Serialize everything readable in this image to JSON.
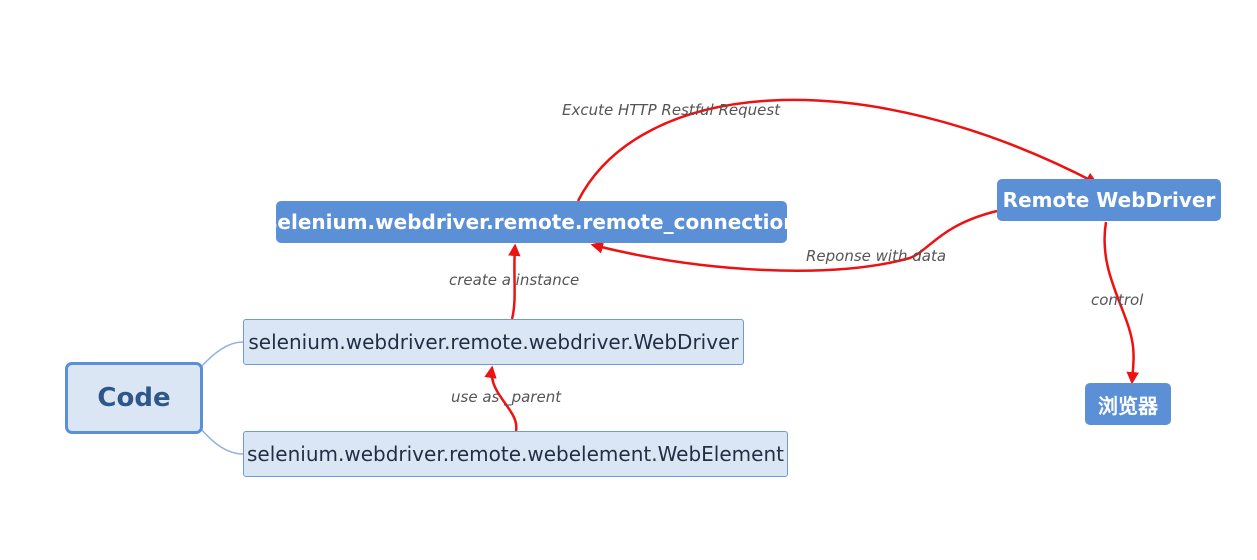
{
  "nodes": {
    "code": "Code",
    "remote_connection": "selenium.webdriver.remote.remote_connection",
    "remote_webdriver": "Remote WebDriver",
    "browser": "浏览器",
    "webdriver": "selenium.webdriver.remote.webdriver.WebDriver",
    "webelement": "selenium.webdriver.remote.webelement.WebElement"
  },
  "edges": {
    "execute_request": "Excute HTTP Restful Request",
    "response": "Reponse with data",
    "create_instance": "create a instance",
    "use_as_parent": "use as _parent",
    "control": "control"
  },
  "colors": {
    "arrow": "#ee1111",
    "node_dark": "#5b8fd6",
    "node_light": "#dbe6f4",
    "connector": "#8fb2e0"
  }
}
